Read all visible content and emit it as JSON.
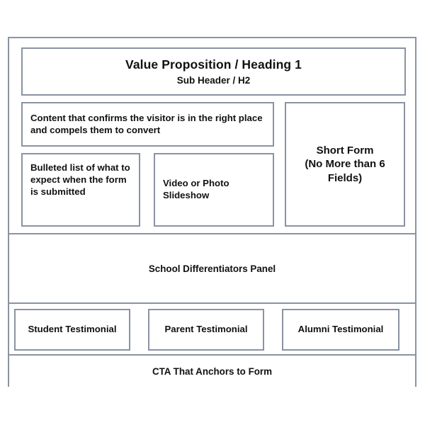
{
  "page": {
    "type": "landing-page-wireframe",
    "background_color": "#ffffff",
    "border_color": "#8a93a3",
    "text_color": "#111111"
  },
  "hero": {
    "header": {
      "heading_1": "Value Proposition / Heading 1",
      "heading_2": "Sub Header / H2"
    },
    "copy_block": "Content that confirms the visitor is in the right place and compels them to convert",
    "bullets_block": "Bulleted list of what to expect when the form is submitted",
    "media_block": "Video or Photo Slideshow",
    "form_block": {
      "line_1": "Short Form",
      "line_2": "(No More than 6",
      "line_3": "Fields)"
    }
  },
  "differentiators": {
    "label": "School Differentiators Panel"
  },
  "testimonials": [
    {
      "name": "student-testimonial",
      "label": "Student Testimonial"
    },
    {
      "name": "parent-testimonial",
      "label": "Parent Testimonial"
    },
    {
      "name": "alumni-testimonial",
      "label": "Alumni Testimonial"
    }
  ],
  "cta": {
    "label": "CTA That Anchors to Form"
  }
}
